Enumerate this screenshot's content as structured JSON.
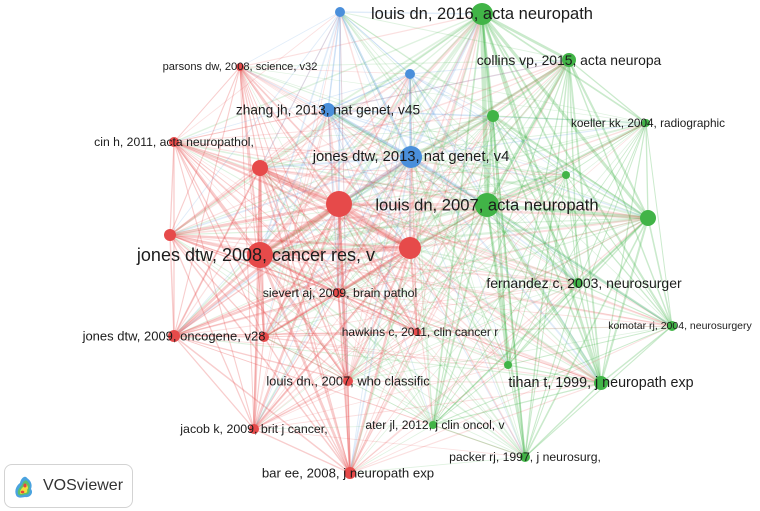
{
  "network": {
    "cluster_colors": {
      "red": "#e64a4a",
      "green": "#41b447",
      "blue": "#4a8fdb"
    },
    "nodes": [
      {
        "label": "louis dn, 2016, acta neuropath",
        "cluster": "green"
      },
      {
        "label": "collins vp, 2015, acta neuropa",
        "cluster": "green"
      },
      {
        "label": "parsons dw, 2008, science, v32",
        "cluster": "red"
      },
      {
        "label": "zhang jh, 2013, nat genet, v45",
        "cluster": "blue"
      },
      {
        "label": "koeller kk, 2004, radiographic",
        "cluster": "green"
      },
      {
        "label": "cin h, 2011, acta neuropathol,",
        "cluster": "red"
      },
      {
        "label": "jones dtw, 2013, nat genet, v4",
        "cluster": "blue"
      },
      {
        "label": "louis dn, 2007, acta neuropath",
        "cluster": "green"
      },
      {
        "label": "jones dtw, 2008, cancer res, v",
        "cluster": "red"
      },
      {
        "label": "fernandez c, 2003, neurosurger",
        "cluster": "green"
      },
      {
        "label": "sievert aj, 2009, brain pathol",
        "cluster": "red"
      },
      {
        "label": "komotar rj, 2004, neurosurgery",
        "cluster": "green"
      },
      {
        "label": "hawkins c, 2011, clin cancer r",
        "cluster": "red"
      },
      {
        "label": "jones dtw, 2009, oncogene, v28",
        "cluster": "red"
      },
      {
        "label": "louis dn., 2007, who classific",
        "cluster": "red"
      },
      {
        "label": "tihan t, 1999, j neuropath exp",
        "cluster": "green"
      },
      {
        "label": "ater jl, 2012, j clin oncol, v",
        "cluster": "green"
      },
      {
        "label": "jacob k, 2009, brit j cancer,",
        "cluster": "red"
      },
      {
        "label": "packer rj, 1997, j neurosurg,",
        "cluster": "green"
      },
      {
        "label": "bar ee, 2008, j neuropath exp",
        "cluster": "red"
      },
      {
        "cluster": "blue"
      },
      {
        "cluster": "blue"
      },
      {
        "cluster": "green"
      },
      {
        "cluster": "red"
      },
      {
        "cluster": "green"
      },
      {
        "cluster": "red"
      },
      {
        "cluster": "green"
      },
      {
        "cluster": "red"
      },
      {
        "cluster": "red"
      },
      {
        "cluster": "red"
      },
      {
        "cluster": "green"
      }
    ]
  },
  "branding": {
    "app_name": "VOSviewer",
    "logo_icon": "vosviewer-logo-icon"
  }
}
